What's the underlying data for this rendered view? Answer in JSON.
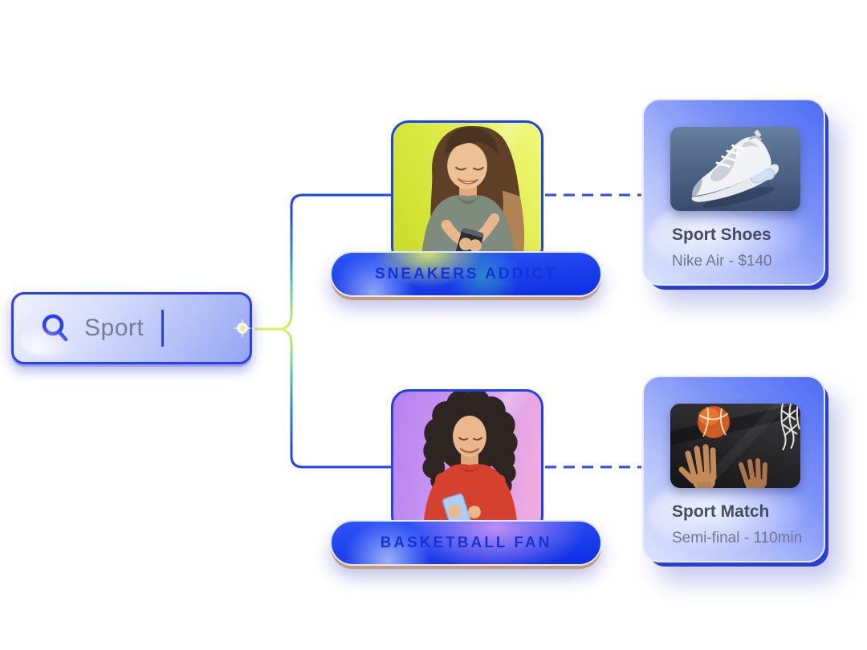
{
  "search": {
    "value": "Sport",
    "icon": "magnifying-glass"
  },
  "personas": [
    {
      "label": "SNEAKERS ADDICT",
      "image": "woman-long-hair-browsing-phone"
    },
    {
      "label": "BASKETBALL FAN",
      "image": "woman-curly-hair-browsing-phone"
    }
  ],
  "results": [
    {
      "title": "Sport Shoes",
      "subtitle": "Nike Air - $140",
      "image": "white-nike-air-sneaker"
    },
    {
      "title": "Sport Match",
      "subtitle": "Semi-final - 110min",
      "image": "basketball-rebound-hands-net"
    }
  ],
  "colors": {
    "accent_blue": "#1d43ea",
    "pill_blue": "#0e2ee2",
    "line_start_yellow": "#d9ed5f",
    "line_teal": "#3bbfae",
    "sneakers_bg": "#d8e93a",
    "basketball_bg": "#d49af0",
    "copper_edge": "#c59a7d",
    "card_blue": "#4e6df6"
  }
}
